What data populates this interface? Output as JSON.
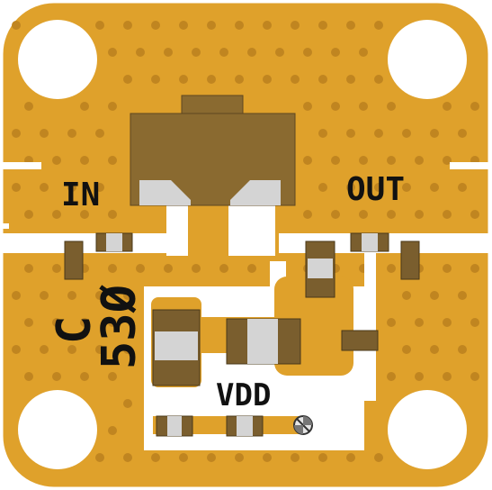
{
  "labels": {
    "input": "IN",
    "output": "OUT",
    "part_line1": "C",
    "part_line2": "53Ø",
    "supply": "VDD"
  },
  "colors": {
    "board": "#dfa12b",
    "via": "#c08520",
    "trace": "#ffffff",
    "component": "#7a5e2e",
    "pad": "#d4d4d4",
    "silkscreen": "#111111"
  },
  "icons": {
    "mount_holes": "mounting-hole-icon",
    "test_point": "test-point-icon"
  }
}
